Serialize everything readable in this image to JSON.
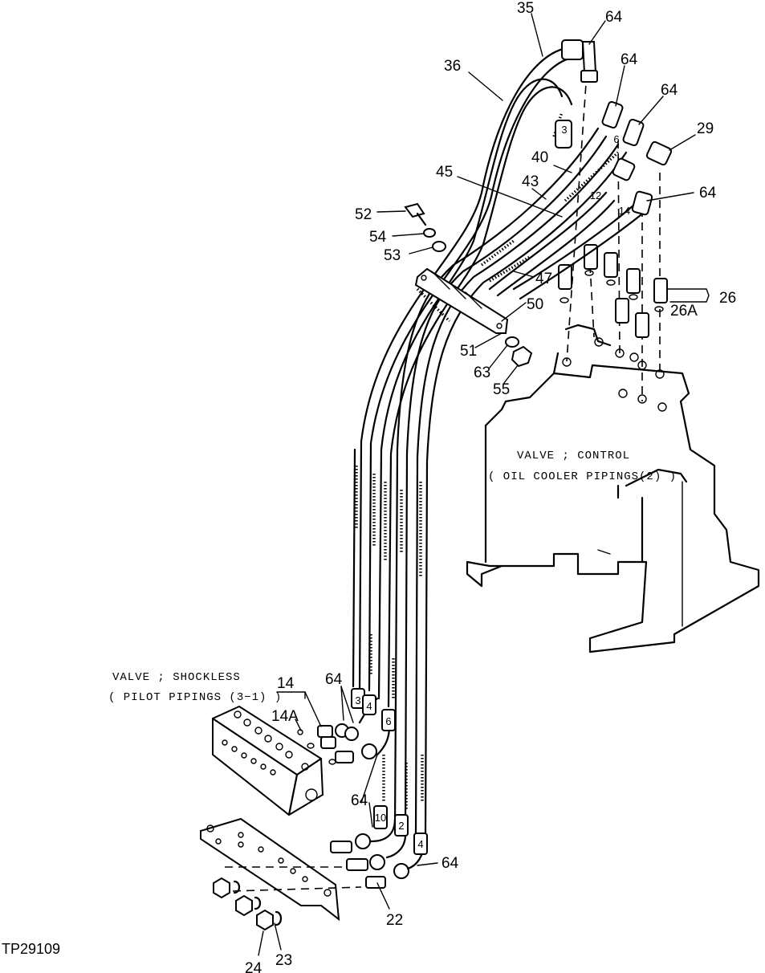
{
  "figure_ref": "TP29109",
  "control_valve": {
    "line1": "VALVE ; CONTROL",
    "line2": "( OIL COOLER PIPINGS(2) )"
  },
  "shockless_valve": {
    "line1": "VALVE ; SHOCKLESS",
    "line2": "( PILOT PIPINGS (3−1) )"
  },
  "callouts": {
    "c35": "35",
    "c36": "36",
    "c64_top": "64",
    "c64_b": "64",
    "c64_c": "64",
    "c29": "29",
    "c40": "40",
    "c45": "45",
    "c43": "43",
    "c64_d": "64",
    "c52": "52",
    "c54": "54",
    "c53": "53",
    "c47": "47",
    "c50": "50",
    "c26": "26",
    "c26a": "26A",
    "c51": "51",
    "c63": "63",
    "c55": "55",
    "c14": "14",
    "c14a": "14A",
    "c64_e": "64",
    "c64_f": "64",
    "c64_g": "64",
    "c22": "22",
    "c24": "24",
    "c23": "23"
  },
  "hose_tags": {
    "t3_top": "3",
    "t6_top": "6",
    "t12_top": "12",
    "t14_top": "14",
    "t3_bot": "3",
    "t4_bot": "4",
    "t6_bot": "6",
    "t10_bot": "10",
    "t12_bot": "2",
    "t14_bot": "4"
  }
}
